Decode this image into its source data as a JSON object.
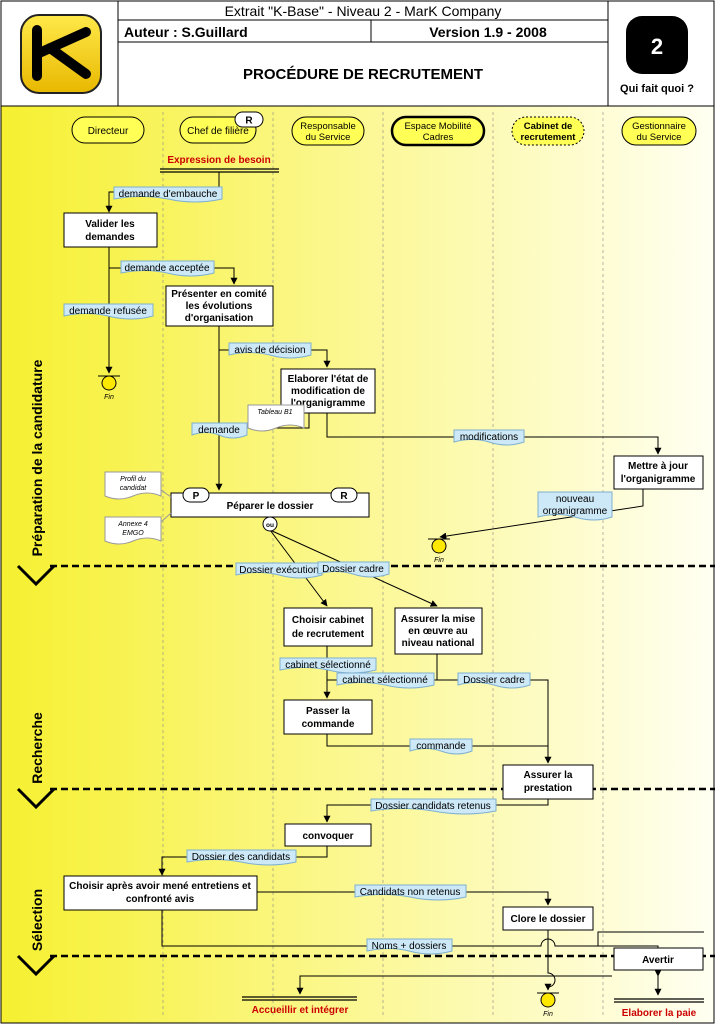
{
  "header": {
    "extract_line": "Extrait \"K-Base\" - Niveau 2 - MarK Company",
    "author": "Auteur :  S.Guillard",
    "version": "Version 1.9 - 2008",
    "title": "PROCÉDURE DE RECRUTEMENT",
    "level_number": "2",
    "who_does_what": "Qui fait quoi ?",
    "logo_letter": "K"
  },
  "roles": [
    {
      "line1": "Directeur",
      "line2": ""
    },
    {
      "line1": "Chef de filière",
      "line2": ""
    },
    {
      "line1": "Responsable",
      "line2": "du Service"
    },
    {
      "line1": "Espace Mobilité",
      "line2": "Cadres"
    },
    {
      "line1": "Cabinet de",
      "line2": "recrutement"
    },
    {
      "line1": "Gestionnaire",
      "line2": "du Service"
    }
  ],
  "role_badge": "R",
  "phases": {
    "preparation": "Préparation de la candidature",
    "recherche": "Recherche",
    "selection": "Sélection"
  },
  "boxes": {
    "valider_1": "Valider les",
    "valider_2": "demandes",
    "presenter_1": "Présenter en comité",
    "presenter_2": "les évolutions",
    "presenter_3": "d'organisation",
    "elaborer_1": "Elaborer l'état de",
    "elaborer_2": "modification de",
    "elaborer_3": "l'organigramme",
    "mettre_1": "Mettre à jour",
    "mettre_2": "l'organigramme",
    "preparer": "Péparer le dossier",
    "choisir_cab_1": "Choisir cabinet",
    "choisir_cab_2": "de recrutement",
    "assurer_mise_1": "Assurer la mise",
    "assurer_mise_2": "en œuvre au",
    "assurer_mise_3": "niveau national",
    "passer_1": "Passer la",
    "passer_2": "commande",
    "assurer_prest_1": "Assurer la",
    "assurer_prest_2": "prestation",
    "convoquer": "convoquer",
    "choisir_1": "Choisir après avoir mené entretiens et",
    "choisir_2": "confronté avis",
    "clore": "Clore le dossier",
    "avertir": "Avertir"
  },
  "badges": {
    "p": "P",
    "r": "R",
    "ou": "ou"
  },
  "flows": {
    "demande_embauche": "demande d'embauche",
    "demande_acceptee": "demande acceptée",
    "demande_refusee": "demande refusée",
    "avis_decision": "avis de décision",
    "demande": "demande",
    "modifications": "modifications",
    "nouveau_1": "nouveau",
    "nouveau_2": "organigramme",
    "dossier_execution": "Dossier exécution",
    "dossier_cadre": "Dossier cadre",
    "cabinet_selectionne_1": "cabinet sélectionné",
    "cabinet_selectionne_2": "cabinet sélectionné",
    "dossier_cadre_2": "Dossier cadre",
    "commande": "commande",
    "candidats_retenus": "Dossier candidats retenus",
    "dossier_candidats": "Dossier des candidats",
    "candidats_non_retenus": "Candidats non retenus",
    "noms_dossiers": "Noms + dossiers"
  },
  "documents": {
    "tableau": "Tableau B1",
    "profil_1": "Profil du",
    "profil_2": "candidat",
    "annexe_1": "Annexe 4",
    "annexe_2": "EMGO"
  },
  "events": {
    "expression": "Expression de besoin",
    "accueillir": "Accueillir et intégrer",
    "elaborer_paie": "Elaborer la paie",
    "fin": "Fin"
  },
  "colors": {
    "accent_red": "#CC0000",
    "flow_fill": "#CDE8F6",
    "box_yellow": "#FFFF55",
    "logo_yellow": "#F2D400"
  }
}
